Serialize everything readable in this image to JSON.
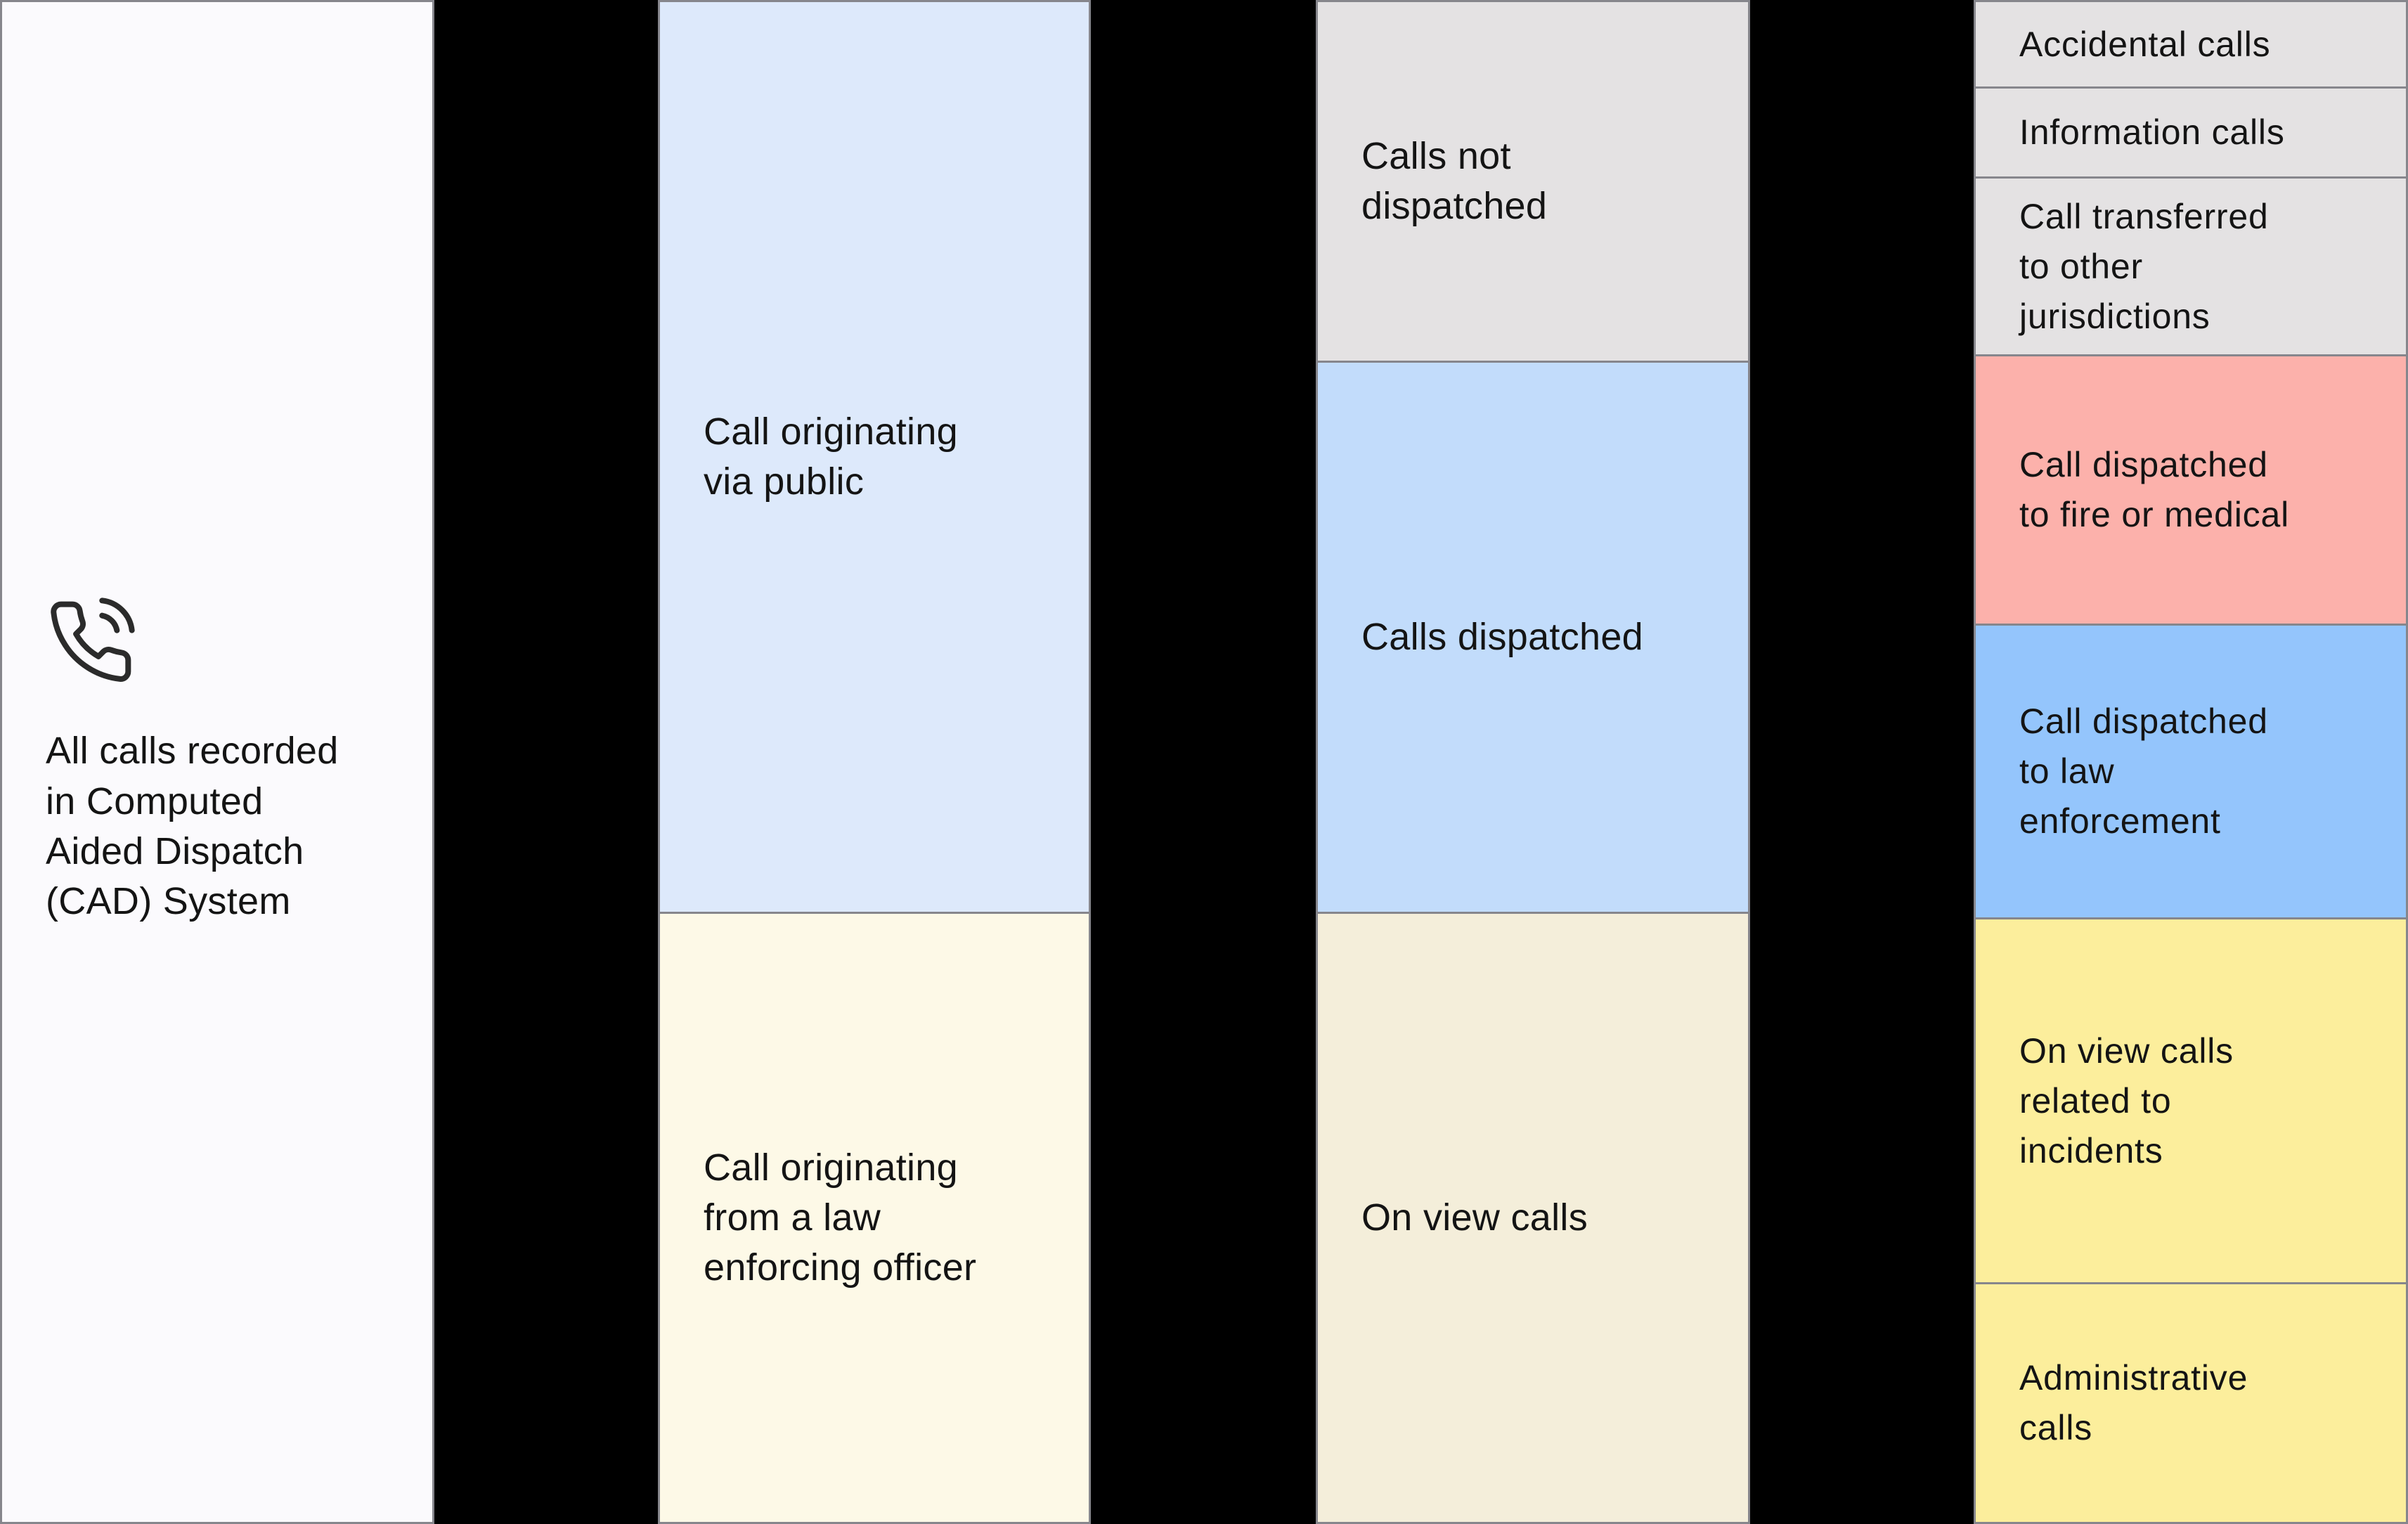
{
  "palette": {
    "canvas_background": "#000000",
    "box_border": "#86868c",
    "text_color": "#141414",
    "source_white": "#fbfafd",
    "public_blue": "#dde9fb",
    "officer_cream": "#fdf9e7",
    "neutral_gray": "#e4e2e3",
    "dispatched_blue": "#c2dcfb",
    "onview_cream": "#f4eeda",
    "fire_pink": "#fcb1ab",
    "law_blue": "#94c5fc",
    "incident_yellow": "#fcee9c"
  },
  "columns": [
    {
      "name": "cad-system",
      "boxes": [
        {
          "label": "All calls recorded\nin Computed\nAided Dispatch\n(CAD) System",
          "bg": "#fbfafd",
          "icon": "phone-call-icon"
        }
      ]
    },
    {
      "name": "call-origin",
      "boxes": [
        {
          "label": "Call originating\nvia public",
          "bg": "#dde9fb"
        },
        {
          "label": "Call originating\nfrom a law\nenforcing officer",
          "bg": "#fdf9e7"
        }
      ]
    },
    {
      "name": "dispatch-status",
      "boxes": [
        {
          "label": "Calls not\ndispatched",
          "bg": "#e4e2e3"
        },
        {
          "label": "Calls dispatched",
          "bg": "#c2dcfb"
        },
        {
          "label": "On view calls",
          "bg": "#f4eeda"
        }
      ]
    },
    {
      "name": "call-outcome",
      "boxes": [
        {
          "label": "Accidental calls",
          "bg": "#e4e2e3"
        },
        {
          "label": "Information calls",
          "bg": "#e4e2e3"
        },
        {
          "label": "Call transferred\nto other\njurisdictions",
          "bg": "#e4e2e3"
        },
        {
          "label": "Call dispatched\nto fire or medical",
          "bg": "#fcb1ab"
        },
        {
          "label": "Call dispatched\nto law\nenforcement",
          "bg": "#94c5fc"
        },
        {
          "label": "On view calls\nrelated to\nincidents",
          "bg": "#fcee9c"
        },
        {
          "label": "Administrative\ncalls",
          "bg": "#fcee9c"
        }
      ]
    }
  ]
}
